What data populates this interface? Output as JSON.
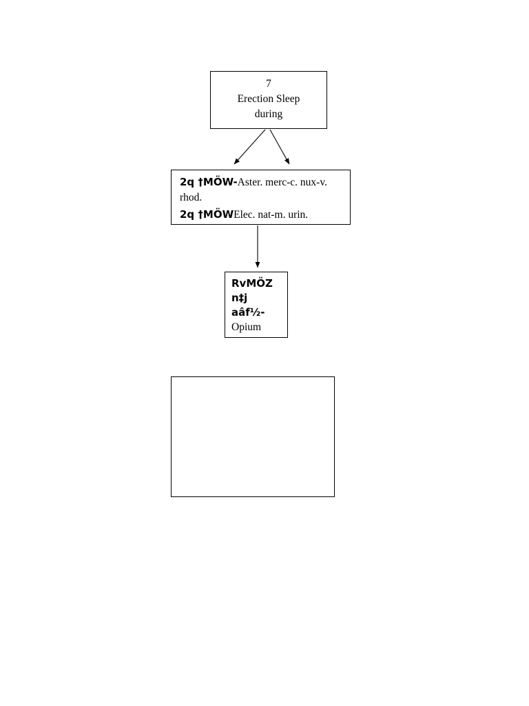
{
  "page": {
    "background": "#ffffff",
    "ink": "#000000"
  },
  "diagram": {
    "type": "flowchart",
    "top_node": {
      "number": "7",
      "line1": "Erection Sleep",
      "line2": "during"
    },
    "remedy_node": {
      "rows": [
        {
          "grade": "2q †MÖW-",
          "text": "Aster. merc-c. nux-v."
        },
        {
          "grade": "",
          "text": "rhod."
        },
        {
          "grade": "2q †MÖW",
          "text": "Elec. nat-m. urin."
        }
      ]
    },
    "bottom_node": {
      "lines": [
        {
          "style": "code",
          "text": "RvMÖZ"
        },
        {
          "style": "code",
          "text": "n‡j"
        },
        {
          "style": "code",
          "text": "aâf½-"
        },
        {
          "style": "plain",
          "text": "Opium"
        }
      ]
    },
    "empty_node": {
      "label": ""
    },
    "arrows": [
      {
        "name": "top-to-remedy-left"
      },
      {
        "name": "top-to-remedy-right"
      },
      {
        "name": "remedy-to-bottom"
      }
    ]
  }
}
